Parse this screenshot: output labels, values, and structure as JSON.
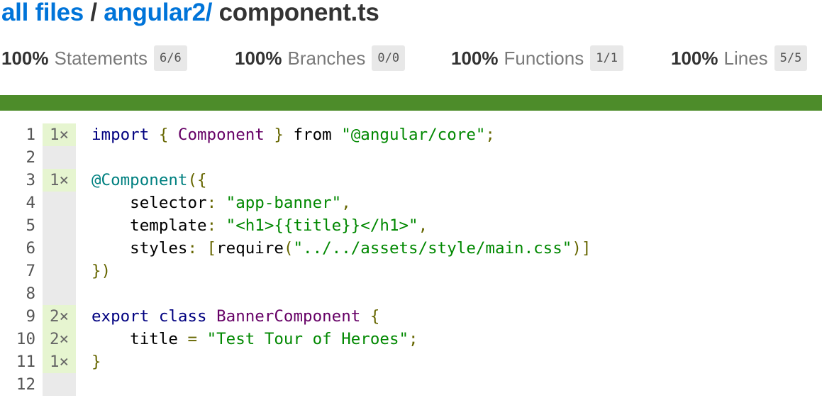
{
  "breadcrumb": {
    "root": "all files",
    "separator": "/",
    "dir": "angular2/",
    "file": "component.ts"
  },
  "stats": [
    {
      "pct": "100%",
      "label": "Statements",
      "fraction": "6/6"
    },
    {
      "pct": "100%",
      "label": "Branches",
      "fraction": "0/0"
    },
    {
      "pct": "100%",
      "label": "Functions",
      "fraction": "1/1"
    },
    {
      "pct": "100%",
      "label": "Lines",
      "fraction": "5/5"
    }
  ],
  "coverage_bar": {
    "color": "#4d8c2a",
    "fraction": 1.0
  },
  "colors": {
    "link": "#0074D9",
    "covered_hit": "#e6f5d0",
    "neutral_hit": "#eaeaea",
    "keyword": "#000080",
    "type": "#660066",
    "string": "#008800",
    "punctuation": "#666600",
    "decorator": "#008080"
  },
  "lines": [
    {
      "num": "1",
      "hits": "1×",
      "covered": true,
      "tokens": [
        [
          "kw",
          "import"
        ],
        [
          "pln",
          " "
        ],
        [
          "pun",
          "{"
        ],
        [
          "pln",
          " "
        ],
        [
          "ty",
          "Component"
        ],
        [
          "pln",
          " "
        ],
        [
          "pun",
          "}"
        ],
        [
          "pln",
          " from "
        ],
        [
          "str",
          "\"@angular/core\""
        ],
        [
          "pun",
          ";"
        ]
      ]
    },
    {
      "num": "2",
      "hits": "",
      "covered": false,
      "tokens": []
    },
    {
      "num": "3",
      "hits": "1×",
      "covered": true,
      "tokens": [
        [
          "dec",
          "@Component"
        ],
        [
          "pun",
          "({"
        ]
      ]
    },
    {
      "num": "4",
      "hits": "",
      "covered": false,
      "tokens": [
        [
          "pln",
          "    selector"
        ],
        [
          "pun",
          ":"
        ],
        [
          "pln",
          " "
        ],
        [
          "str",
          "\"app-banner\""
        ],
        [
          "pun",
          ","
        ]
      ]
    },
    {
      "num": "5",
      "hits": "",
      "covered": false,
      "tokens": [
        [
          "pln",
          "    template"
        ],
        [
          "pun",
          ":"
        ],
        [
          "pln",
          " "
        ],
        [
          "str",
          "\"<h1>{{title}}</h1>\""
        ],
        [
          "pun",
          ","
        ]
      ]
    },
    {
      "num": "6",
      "hits": "",
      "covered": false,
      "tokens": [
        [
          "pln",
          "    styles"
        ],
        [
          "pun",
          ":"
        ],
        [
          "pln",
          " "
        ],
        [
          "pun",
          "["
        ],
        [
          "pln",
          "require"
        ],
        [
          "pun",
          "("
        ],
        [
          "str",
          "\"../../assets/style/main.css\""
        ],
        [
          "pun",
          ")]"
        ]
      ]
    },
    {
      "num": "7",
      "hits": "",
      "covered": false,
      "tokens": [
        [
          "pun",
          "})"
        ]
      ]
    },
    {
      "num": "8",
      "hits": "",
      "covered": false,
      "tokens": []
    },
    {
      "num": "9",
      "hits": "2×",
      "covered": true,
      "tokens": [
        [
          "kw",
          "export"
        ],
        [
          "pln",
          " "
        ],
        [
          "kw",
          "class"
        ],
        [
          "pln",
          " "
        ],
        [
          "ty",
          "BannerComponent"
        ],
        [
          "pln",
          " "
        ],
        [
          "pun",
          "{"
        ]
      ]
    },
    {
      "num": "10",
      "hits": "2×",
      "covered": true,
      "tokens": [
        [
          "pln",
          "    title "
        ],
        [
          "pun",
          "="
        ],
        [
          "pln",
          " "
        ],
        [
          "str",
          "\"Test Tour of Heroes\""
        ],
        [
          "pun",
          ";"
        ]
      ]
    },
    {
      "num": "11",
      "hits": "1×",
      "covered": true,
      "tokens": [
        [
          "pun",
          "}"
        ]
      ]
    },
    {
      "num": "12",
      "hits": "",
      "covered": false,
      "tokens": []
    }
  ]
}
